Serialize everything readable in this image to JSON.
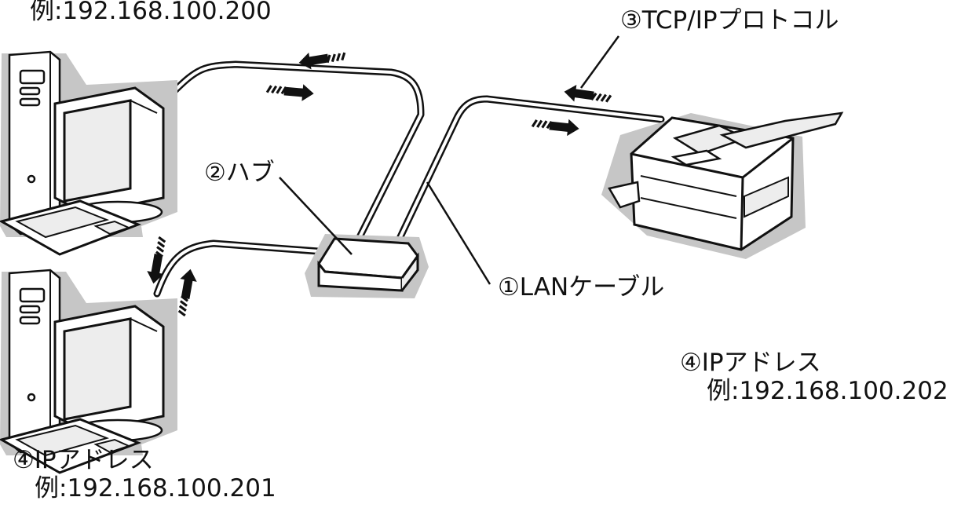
{
  "labels": {
    "pc_top_ip": "例:192.168.100.200",
    "protocol": "③TCP/IPプロトコル",
    "hub": "②ハブ",
    "lan_cable": "①LANケーブル",
    "printer_ip_title": "④IPアドレス",
    "printer_ip": "例:192.168.100.202",
    "pc_bottom_ip_title": "④IPアドレス",
    "pc_bottom_ip": "例:192.168.100.201"
  },
  "icons": [
    "computer-icon",
    "hub-icon",
    "printer-icon",
    "data-flow-arrow-icon"
  ],
  "colors": {
    "ink": "#111111",
    "shadow": "#c6c6c6",
    "panel": "#ededed",
    "paper": "#ffffff"
  }
}
